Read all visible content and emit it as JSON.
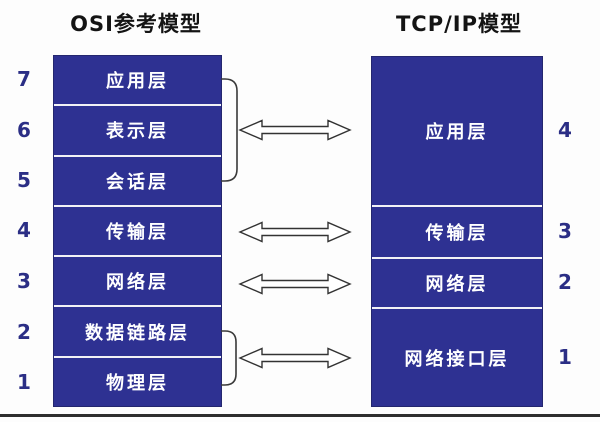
{
  "titles": {
    "osi": "OSI参考模型",
    "tcpip": "TCP/IP模型"
  },
  "osi_model": {
    "layers": [
      {
        "num": "7",
        "label": "应用层"
      },
      {
        "num": "6",
        "label": "表示层"
      },
      {
        "num": "5",
        "label": "会话层"
      },
      {
        "num": "4",
        "label": "传输层"
      },
      {
        "num": "3",
        "label": "网络层"
      },
      {
        "num": "2",
        "label": "数据链路层"
      },
      {
        "num": "1",
        "label": "物理层"
      }
    ]
  },
  "tcpip_model": {
    "layers": [
      {
        "num": "4",
        "label": "应用层"
      },
      {
        "num": "3",
        "label": "传输层"
      },
      {
        "num": "2",
        "label": "网络层"
      },
      {
        "num": "1",
        "label": "网络接口层"
      }
    ]
  },
  "mappings": [
    {
      "osi_layers": "7-6-5",
      "tcpip_layer": "4",
      "relation": "double-arrow"
    },
    {
      "osi_layers": "4",
      "tcpip_layer": "3",
      "relation": "double-arrow"
    },
    {
      "osi_layers": "3",
      "tcpip_layer": "2",
      "relation": "double-arrow"
    },
    {
      "osi_layers": "2-1",
      "tcpip_layer": "1",
      "relation": "double-arrow"
    }
  ],
  "icons": {
    "double_arrow": "⇔",
    "grouping_brace": "]"
  },
  "colors": {
    "layer_box_fill": "#2e3192",
    "layer_box_text": "#ffffff",
    "separator": "#f2f2f6",
    "number_text": "#2b2e85",
    "title_text": "#141414",
    "outline_stroke": "#333333",
    "bottom_border": "#2e2e2e",
    "background": "#fdfdfd"
  }
}
